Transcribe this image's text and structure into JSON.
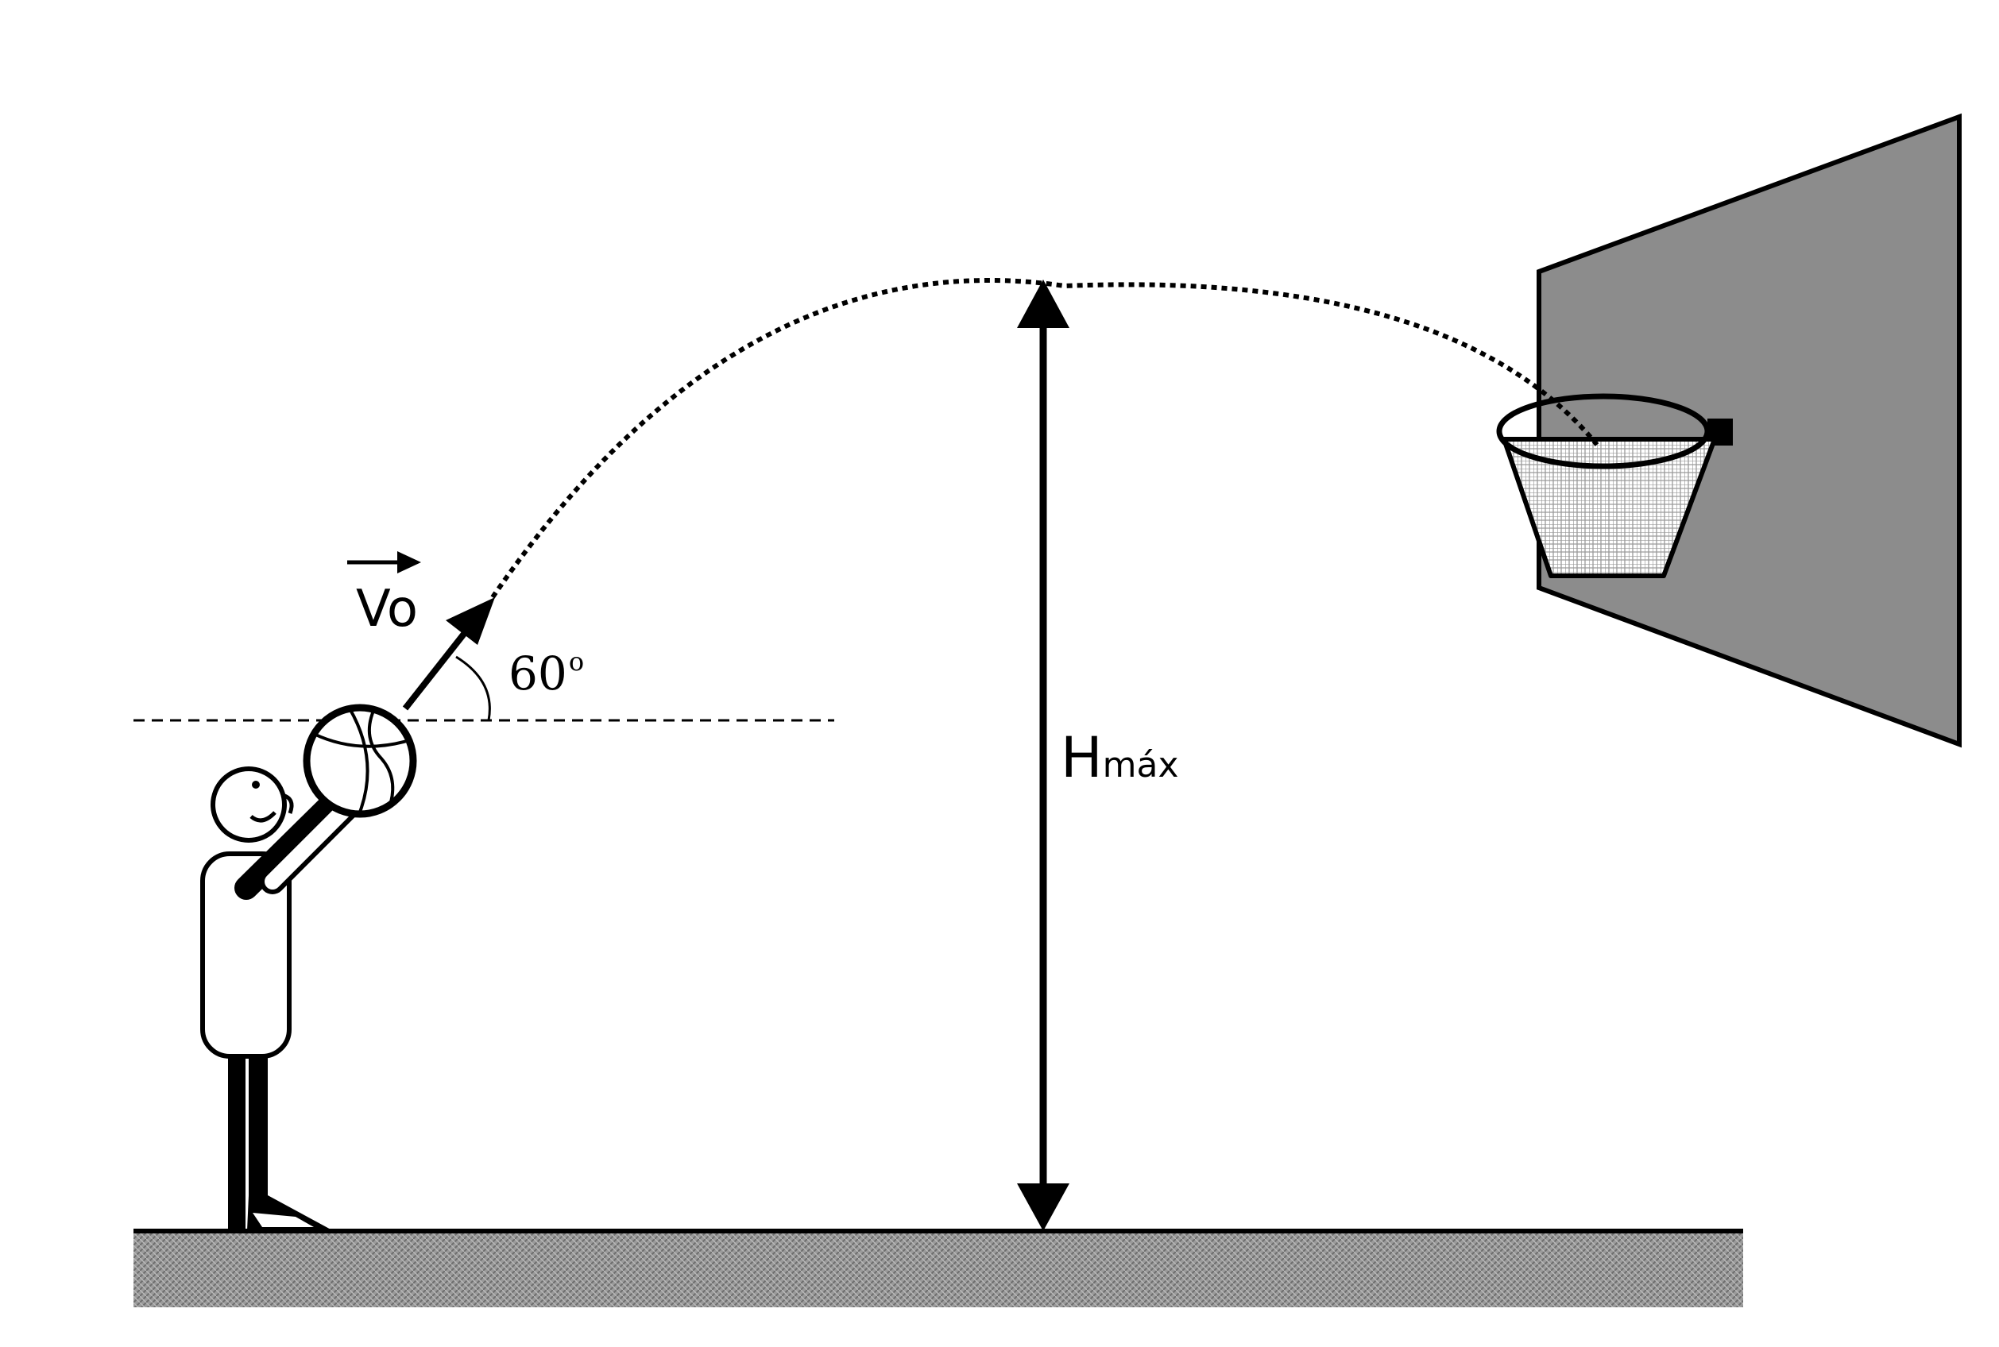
{
  "labels": {
    "velocity_main": "Vo",
    "angle_value": "60",
    "angle_degree": "o",
    "height_main": "H",
    "height_sub": "máx"
  },
  "colors": {
    "ink": "#000000",
    "backboard": "#8c8c8c",
    "ground": "#9a9a9a",
    "background": "#ffffff"
  },
  "icons": {
    "player": "stick-figure-shooter",
    "ball": "basketball",
    "hoop": "basket-rim-and-net",
    "board": "backboard"
  }
}
